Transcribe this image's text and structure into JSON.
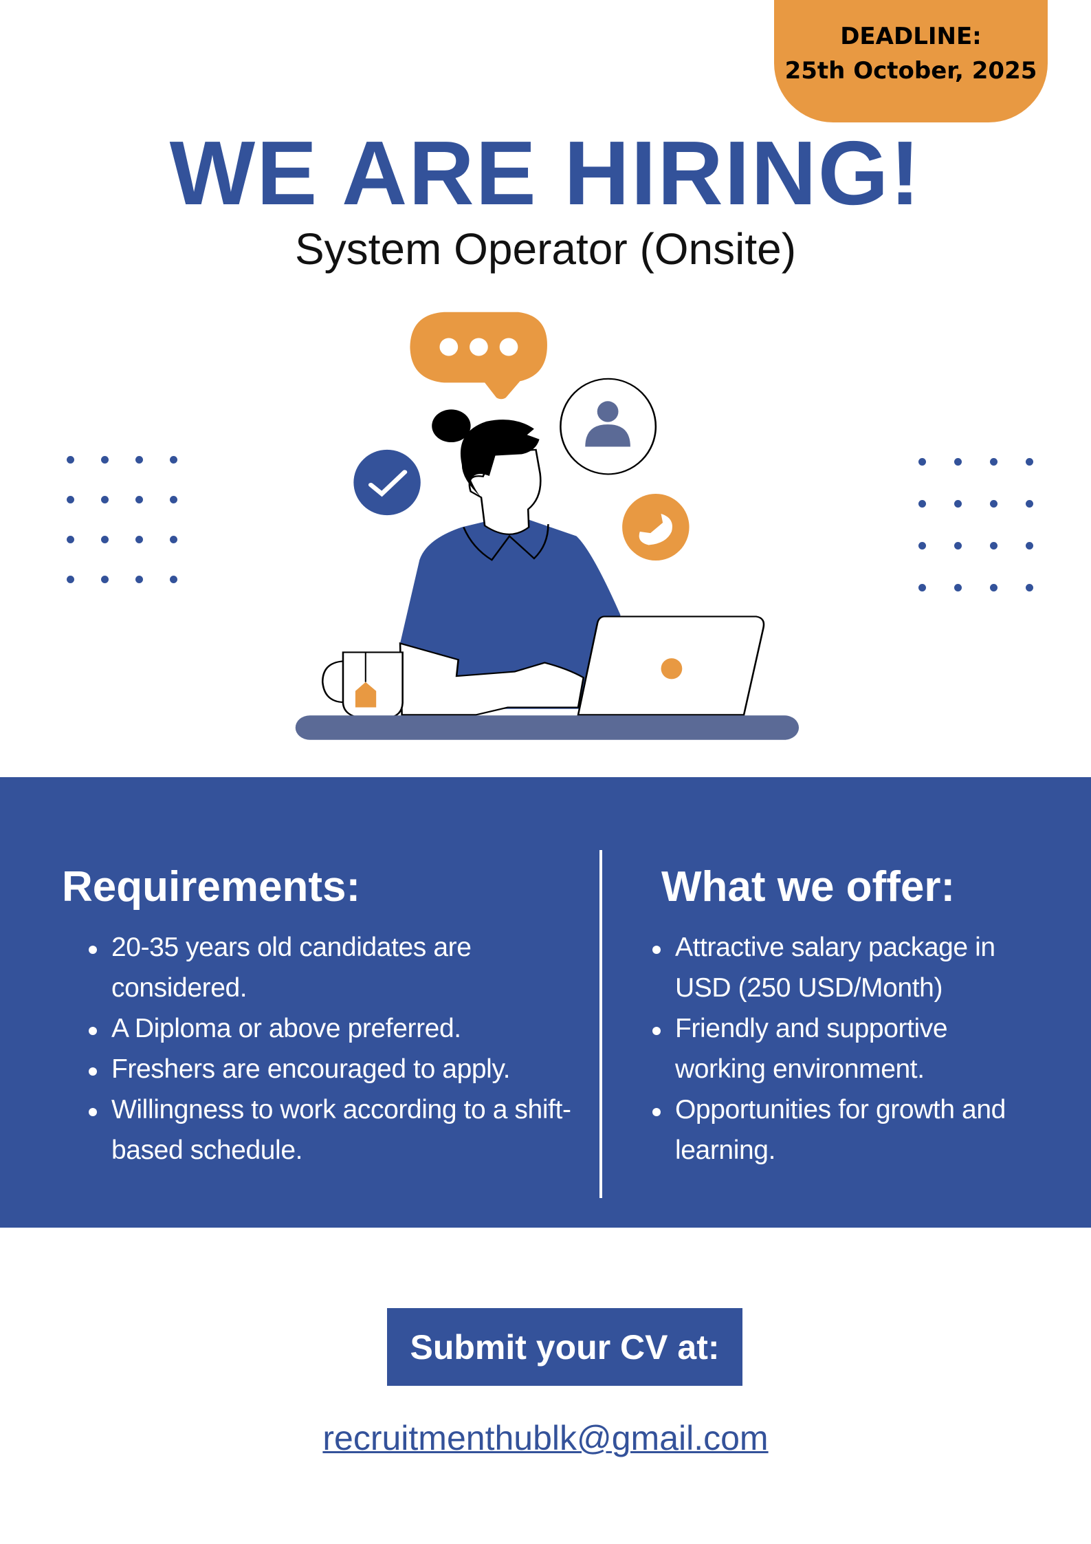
{
  "deadline": {
    "label": "DEADLINE:",
    "date": "25th October, 2025"
  },
  "header": {
    "title": "WE ARE HIRING!",
    "subtitle": "System Operator (Onsite)"
  },
  "illustration": {
    "icons": [
      "chat-bubble-icon",
      "user-icon",
      "check-icon",
      "phone-icon",
      "laptop-icon",
      "mug-icon"
    ]
  },
  "requirements": {
    "heading": "Requirements:",
    "items": [
      "20-35 years old candidates are considered.",
      "A Diploma or above preferred.",
      "Freshers are encouraged to apply.",
      "Willingness to work according to a shift-based schedule."
    ]
  },
  "offer": {
    "heading": "What we offer:",
    "items": [
      "Attractive salary package in USD (250 USD/Month)",
      "Friendly and supportive working environment.",
      "Opportunities for growth and learning."
    ]
  },
  "cta": {
    "button": "Submit your CV at:",
    "email": "recruitmenthublk@gmail.com"
  },
  "colors": {
    "primary": "#34529A",
    "accent": "#E89942",
    "slate": "#5B6A96"
  }
}
